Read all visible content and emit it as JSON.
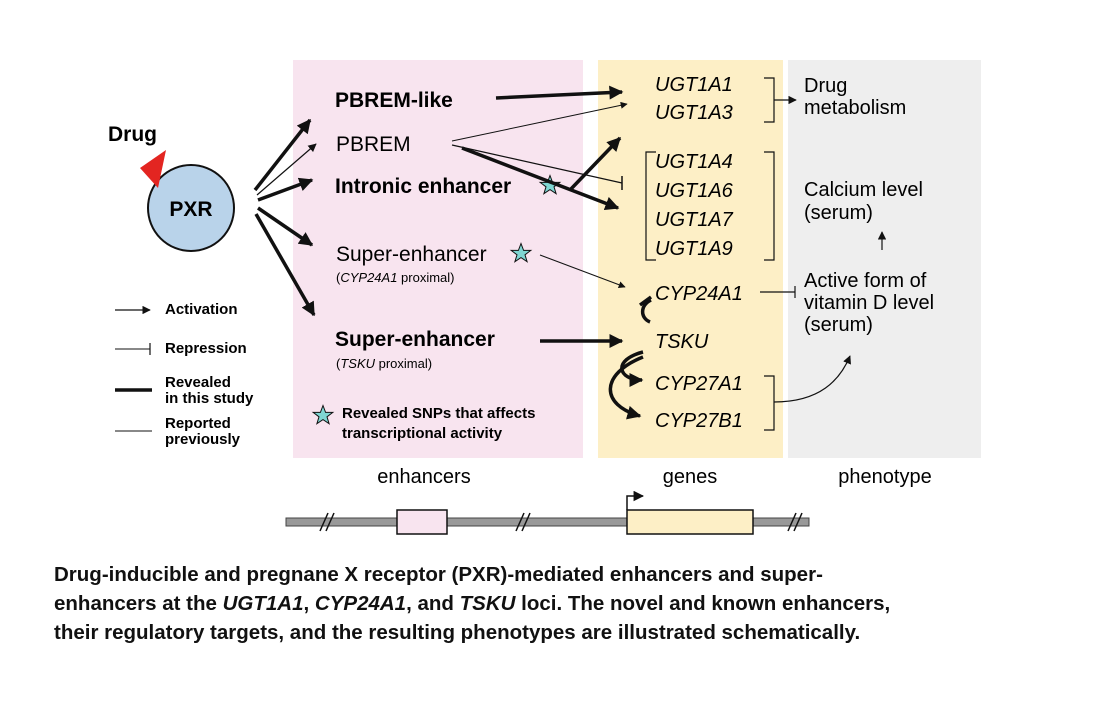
{
  "columns": {
    "enhancers": "enhancers",
    "genes": "genes",
    "phenotype": "phenotype"
  },
  "colors": {
    "enhancer_panel": "#f8e4ef",
    "gene_panel": "#fdefc6",
    "phenotype_panel": "#eeeeee",
    "pxr_fill": "#b9d3ea",
    "drug_triangle": "#e32521",
    "star_fill": "#7fd6d2"
  },
  "pxr": {
    "label": "PXR",
    "drug_label": "Drug"
  },
  "enhancers": {
    "pbrem_like": "PBREM-like",
    "pbrem": "PBREM",
    "intronic": "Intronic enhancer",
    "super_cyp24a1": "Super-enhancer",
    "super_cyp24a1_sub_pre": "(",
    "super_cyp24a1_sub_gene": "CYP24A1",
    "super_cyp24a1_sub_post": " proximal)",
    "super_tsku": "Super-enhancer",
    "super_tsku_sub_pre": "(",
    "super_tsku_sub_gene": "TSKU",
    "super_tsku_sub_post": " proximal)"
  },
  "genes": {
    "ugt1a1": "UGT1A1",
    "ugt1a3": "UGT1A3",
    "ugt1a4": "UGT1A4",
    "ugt1a6": "UGT1A6",
    "ugt1a7": "UGT1A7",
    "ugt1a9": "UGT1A9",
    "cyp24a1": "CYP24A1",
    "tsku": "TSKU",
    "cyp27a1": "CYP27A1",
    "cyp27b1": "CYP27B1"
  },
  "phenotypes": {
    "drug_metabolism_1": "Drug",
    "drug_metabolism_2": "metabolism",
    "calcium_1": "Calcium level",
    "calcium_2": "(serum)",
    "vitd_1": "Active form of",
    "vitd_2": "vitamin D level",
    "vitd_3": "(serum)"
  },
  "legend": {
    "activation": "Activation",
    "repression": "Repression",
    "revealed_1": "Revealed",
    "revealed_2": "in this study",
    "reported_1": "Reported",
    "reported_2": "previously",
    "snps_1": "Revealed SNPs that affects",
    "snps_2": "transcriptional activity"
  },
  "caption": {
    "line1": "Drug-inducible and pregnane X receptor (PXR)-mediated enhancers and super-",
    "line2_a": "enhancers at the ",
    "line2_g1": "UGT1A1",
    "line2_b": ", ",
    "line2_g2": "CYP24A1",
    "line2_c": ", and ",
    "line2_g3": "TSKU",
    "line2_d": " loci. The novel and known enhancers,",
    "line3": "their regulatory targets, and the resulting phenotypes are illustrated schematically."
  }
}
